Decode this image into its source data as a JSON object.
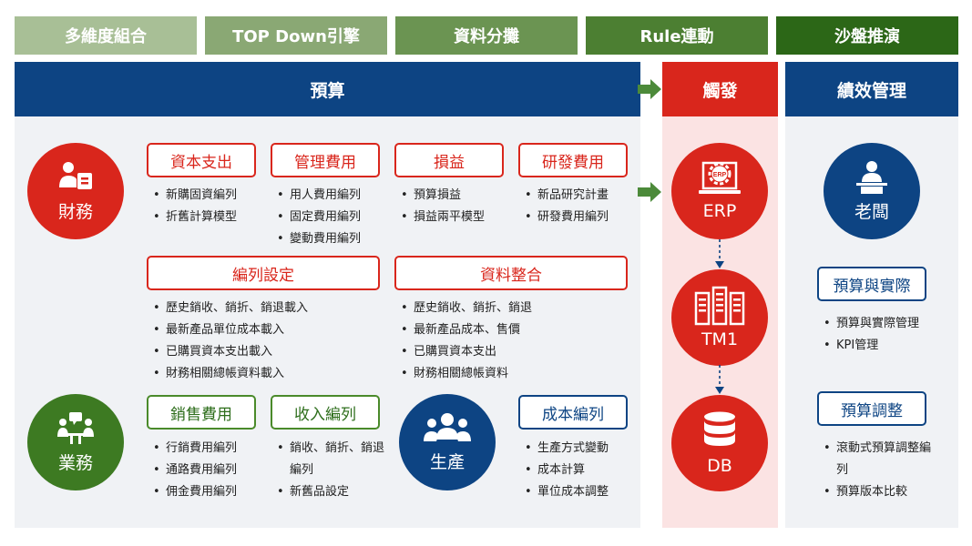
{
  "top_tabs": [
    "多維度組合",
    "TOP Down引擎",
    "資料分攤",
    "Rule連動",
    "沙盤推演"
  ],
  "headers": {
    "budget": "預算",
    "trigger": "觸發",
    "performance": "績效管理"
  },
  "circles": {
    "finance": "財務",
    "business": "業務",
    "production": "生產",
    "boss": "老闆"
  },
  "systems": {
    "erp": "ERP",
    "erp_badge": "ERP",
    "tm1": "TM1",
    "db": "DB"
  },
  "boxes": {
    "capex": {
      "title": "資本支出",
      "items": [
        "新購固資編列",
        "折舊計算模型"
      ]
    },
    "mgmt": {
      "title": "管理費用",
      "items": [
        "用人費用編列",
        "固定費用編列",
        "變動費用編列"
      ]
    },
    "pl": {
      "title": "損益",
      "items": [
        "預算損益",
        "損益兩平模型"
      ]
    },
    "rnd": {
      "title": "研發費用",
      "items": [
        "新品研究計畫",
        "研發費用編列"
      ]
    },
    "setup": {
      "title": "編列設定",
      "items": [
        "歷史銷收、銷折、銷退載入",
        "最新產品單位成本載入",
        "已購買資本支出載入",
        "財務相關總帳資料載入"
      ]
    },
    "integ": {
      "title": "資料整合",
      "items": [
        "歷史銷收、銷折、銷退",
        "最新產品成本、售價",
        "已購買資本支出",
        "財務相關總帳資料"
      ]
    },
    "sales": {
      "title": "銷售費用",
      "items": [
        "行銷費用編列",
        "通路費用編列",
        "佣金費用編列"
      ]
    },
    "revenue": {
      "title": "收入編列",
      "items": [
        "銷收、銷折、銷退編列",
        "新舊品設定"
      ]
    },
    "cost": {
      "title": "成本編列",
      "items": [
        "生產方式變動",
        "成本計算",
        "單位成本調整"
      ]
    },
    "actual": {
      "title": "預算與實際",
      "items": [
        "預算與實際管理",
        "KPI管理"
      ]
    },
    "adjust": {
      "title": "預算調整",
      "items": [
        "滾動式預算調整編列",
        "預算版本比較"
      ]
    }
  },
  "colors": {
    "navy": "#0d4483",
    "red": "#d9261c",
    "green": "#3d7a22",
    "pink_panel": "#fbe3e3",
    "grey_panel": "#f0f2f5"
  },
  "icons": [
    "person-id-icon",
    "meeting-icon",
    "group-icon",
    "speaker-icon",
    "erp-laptop-icon",
    "server-icon",
    "database-icon"
  ]
}
